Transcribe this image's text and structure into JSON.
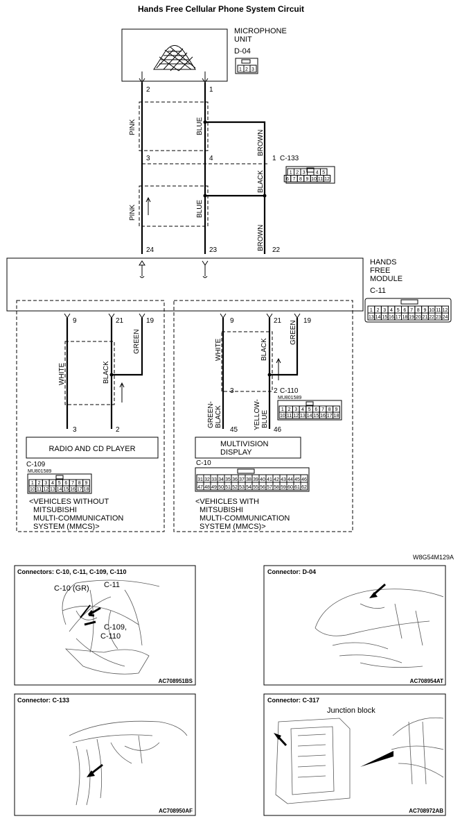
{
  "title": "Hands Free Cellular Phone System Circuit",
  "ref_code": "W8G54M129A",
  "microphone_unit": {
    "label_line1": "MICROPHONE",
    "label_line2": "UNIT",
    "connector": "D-04",
    "pins": [
      "1",
      "2",
      "3"
    ]
  },
  "hands_free_module": {
    "label_line1": "HANDS",
    "label_line2": "FREE",
    "label_line3": "MODULE",
    "connector": "C-11",
    "pins_row1": [
      "1",
      "2",
      "3",
      "4",
      "5",
      "6",
      "7",
      "8",
      "9",
      "10",
      "11",
      "12"
    ],
    "pins_row2": [
      "13",
      "14",
      "15",
      "16",
      "17",
      "18",
      "19",
      "20",
      "21",
      "22",
      "23",
      "24"
    ]
  },
  "c133": {
    "pin_label": "1",
    "connector": "C-133",
    "pins_row1": [
      "1",
      "2",
      "3",
      "",
      "4",
      "5"
    ],
    "pins_row2": [
      "6",
      "7",
      "8",
      "9",
      "10",
      "11",
      "12"
    ]
  },
  "wires": {
    "pink": "PINK",
    "blue": "BLUE",
    "brown": "BROWN",
    "black": "BLACK",
    "white": "WHITE",
    "green": "GREEN",
    "green_black_1": "GREEN-",
    "green_black_2": "BLACK",
    "yellow_blue_1": "YELLOW-",
    "yellow_blue_2": "BLUE"
  },
  "pins": {
    "p2": "2",
    "p1": "1",
    "p3": "3",
    "p4": "4",
    "p24": "24",
    "p23": "23",
    "p22": "22",
    "l9": "9",
    "l21": "21",
    "l19": "19",
    "l3": "3",
    "l2": "2",
    "r9": "9",
    "r21": "21",
    "r19": "19",
    "r3": "3",
    "r2": "2",
    "r45": "45",
    "r46": "46"
  },
  "radio": {
    "label": "RADIO AND CD PLAYER",
    "connector": "C-109",
    "part": "MU801589",
    "pins_row1": [
      "1",
      "2",
      "3",
      "4",
      "5",
      "6",
      "7",
      "8",
      "9"
    ],
    "pins_row2": [
      "10",
      "11",
      "12",
      "13",
      "14",
      "15",
      "16",
      "17",
      "18"
    ],
    "note1": "<VEHICLES WITHOUT",
    "note2": "MITSUBISHI",
    "note3": "MULTI-COMMUNICATION",
    "note4": "SYSTEM (MMCS)>"
  },
  "multivision": {
    "label1": "MULTIVISION",
    "label2": "DISPLAY",
    "connector": "C-10",
    "c110": "C-110",
    "c110_part": "MU801589",
    "c110_row1": [
      "1",
      "2",
      "3",
      "4",
      "5",
      "6",
      "7",
      "8",
      "9"
    ],
    "c110_row2": [
      "10",
      "11",
      "12",
      "13",
      "14",
      "15",
      "16",
      "17",
      "18"
    ],
    "c10_row1": [
      "31",
      "32",
      "33",
      "34",
      "35",
      "36",
      "37",
      "38",
      "39",
      "40",
      "41",
      "42",
      "43",
      "44",
      "45",
      "46"
    ],
    "c10_row2": [
      "47",
      "48",
      "49",
      "50",
      "51",
      "52",
      "53",
      "54",
      "55",
      "56",
      "57",
      "58",
      "59",
      "60",
      "61",
      "62"
    ],
    "note1": "<VEHICLES WITH",
    "note2": "MITSUBISHI",
    "note3": "MULTI-COMMUNICATION",
    "note4": "SYSTEM (MMCS)>"
  },
  "panels": [
    {
      "title": "Connectors: C-10, C-11, C-109, C-110",
      "code": "AC708951BS",
      "labels": [
        "C-11",
        "C-10 (GR)",
        "C-109,",
        "C-110"
      ]
    },
    {
      "title": "Connector: D-04",
      "code": "AC708954AT"
    },
    {
      "title": "Connector: C-133",
      "code": "AC708950AF"
    },
    {
      "title": "Connector: C-317",
      "code": "AC708972AB",
      "labels": [
        "Junction block"
      ]
    }
  ]
}
